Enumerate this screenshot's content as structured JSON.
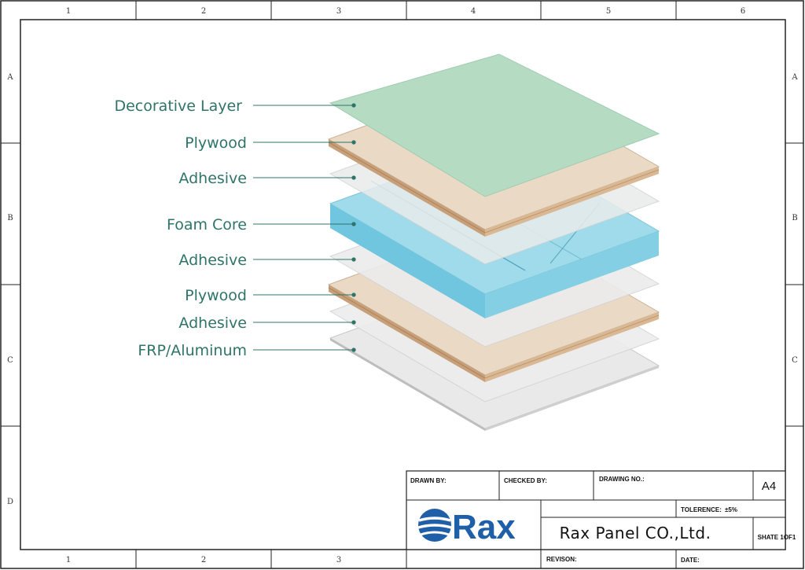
{
  "zones": {
    "columns_top": [
      "1",
      "2",
      "3",
      "4",
      "5",
      "6"
    ],
    "columns_bottom": [
      "1",
      "2",
      "3"
    ],
    "rows": [
      "A",
      "B",
      "C",
      "D"
    ]
  },
  "layers": [
    {
      "label": "Decorative Layer",
      "color": "#b9dfc4"
    },
    {
      "label": "Plywood",
      "color": "#e8d5bf"
    },
    {
      "label": "Adhesive",
      "color": "#e6e6e6"
    },
    {
      "label": "Foam Core",
      "color": "#8fd3e6"
    },
    {
      "label": "Adhesive",
      "color": "#e6e6e6"
    },
    {
      "label": "Plywood",
      "color": "#e8d5bf"
    },
    {
      "label": "Adhesive",
      "color": "#e6e6e6"
    },
    {
      "label": "FRP/Aluminum",
      "color": "#e4e4e4"
    }
  ],
  "title_block": {
    "drawn_by": "DRAWN BY:",
    "checked_by": "CHECKED BY:",
    "drawing_no": "DRAWING NO.:",
    "size": "A4",
    "tolerance_label": "TOLERENCE:",
    "tolerance_value": "±5%",
    "logo": "Rax",
    "company": "Rax Panel CO.,Ltd.",
    "sheet": "SHATE 1OF1",
    "revision": "REVISON:",
    "date": "DATE:"
  }
}
